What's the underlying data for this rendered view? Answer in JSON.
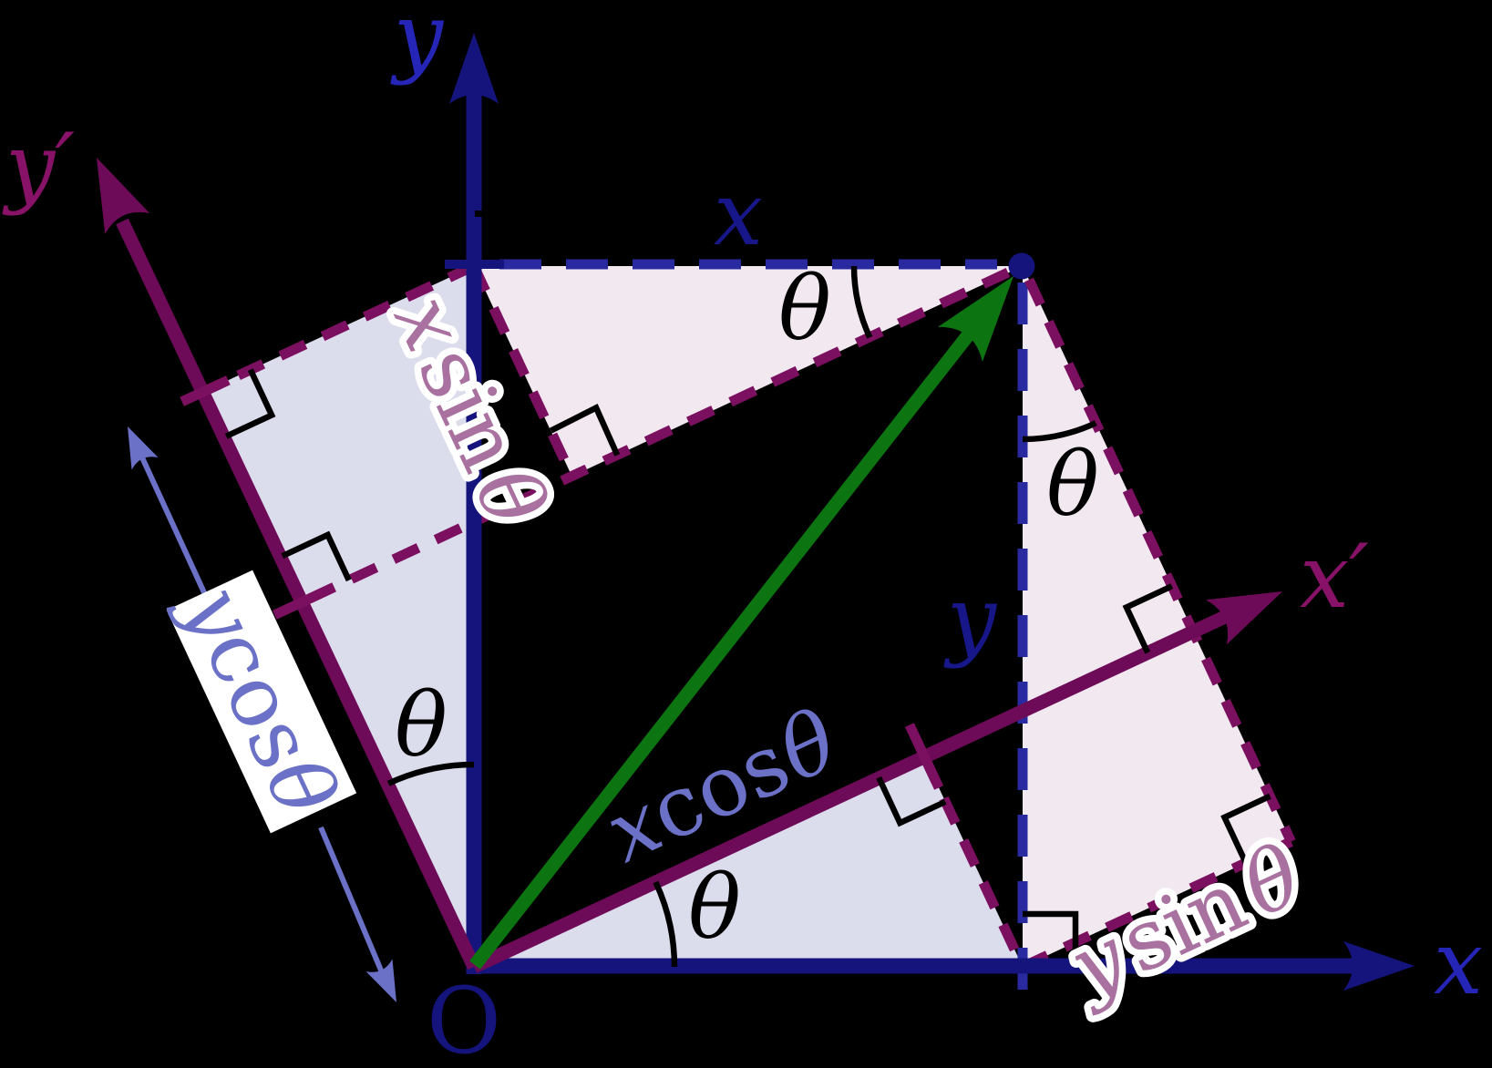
{
  "figure": {
    "description_labels": {
      "origin": "O",
      "x_axis": "x",
      "y_axis": "y",
      "x_prime_axis": "x′",
      "y_prime_axis": "y′",
      "x_coordinate": "x",
      "y_coordinate": "y",
      "theta": "θ"
    },
    "composite_labels": {
      "x_cos_theta": {
        "var": "x",
        "fn": "cos",
        "theta": "θ"
      },
      "x_sin_theta": {
        "var": "x",
        "fn": "sin",
        "theta": "θ"
      },
      "y_cos_theta": {
        "var": "y",
        "fn": "cos",
        "theta": "θ"
      },
      "y_sin_theta": {
        "var": "y",
        "fn": "sin",
        "theta": "θ"
      }
    },
    "colors": {
      "background": "#000000",
      "navy": "#14147c",
      "blueBright": "#2525b8",
      "blueCoord": "#17178a",
      "blueDash": "#2a2aa0",
      "purple": "#6e0b58",
      "purpleDash": "#7c1060",
      "purpleLabel": "#871267",
      "green": "#0d7412",
      "periwinkle": "#6a71c6",
      "mauve": "#a9719f",
      "lavender": "#dcddec",
      "pink": "#f2e8f0",
      "black": "#000000",
      "white": "#ffffff"
    }
  }
}
